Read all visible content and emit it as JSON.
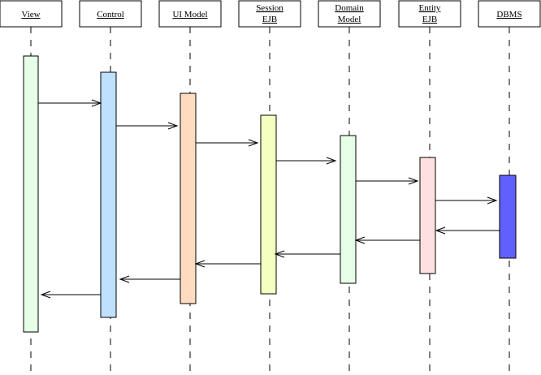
{
  "participants": [
    {
      "id": "view",
      "lines": [
        "View"
      ]
    },
    {
      "id": "control",
      "lines": [
        "Control"
      ]
    },
    {
      "id": "ui-model",
      "lines": [
        "UI Model"
      ]
    },
    {
      "id": "session-ejb",
      "lines": [
        "Session",
        "EJB"
      ]
    },
    {
      "id": "domain-model",
      "lines": [
        "Domain",
        "Model"
      ]
    },
    {
      "id": "entity-ejb",
      "lines": [
        "Entity",
        "EJB"
      ]
    },
    {
      "id": "dbms",
      "lines": [
        "DBMS"
      ]
    }
  ],
  "activation_colors": [
    "#e6ffe6",
    "#c0e0ff",
    "#ffdcc0",
    "#f5ffc0",
    "#e6ffe6",
    "#ffe0e0",
    "#6060ff"
  ],
  "messages": [
    {
      "from": 0,
      "to": 1,
      "kind": "call"
    },
    {
      "from": 1,
      "to": 2,
      "kind": "call"
    },
    {
      "from": 2,
      "to": 3,
      "kind": "call"
    },
    {
      "from": 3,
      "to": 4,
      "kind": "call"
    },
    {
      "from": 4,
      "to": 5,
      "kind": "call"
    },
    {
      "from": 5,
      "to": 6,
      "kind": "call"
    },
    {
      "from": 6,
      "to": 5,
      "kind": "return"
    },
    {
      "from": 5,
      "to": 4,
      "kind": "return"
    },
    {
      "from": 4,
      "to": 3,
      "kind": "return"
    },
    {
      "from": 3,
      "to": 2,
      "kind": "return"
    },
    {
      "from": 2,
      "to": 1,
      "kind": "return"
    },
    {
      "from": 1,
      "to": 0,
      "kind": "return"
    }
  ]
}
